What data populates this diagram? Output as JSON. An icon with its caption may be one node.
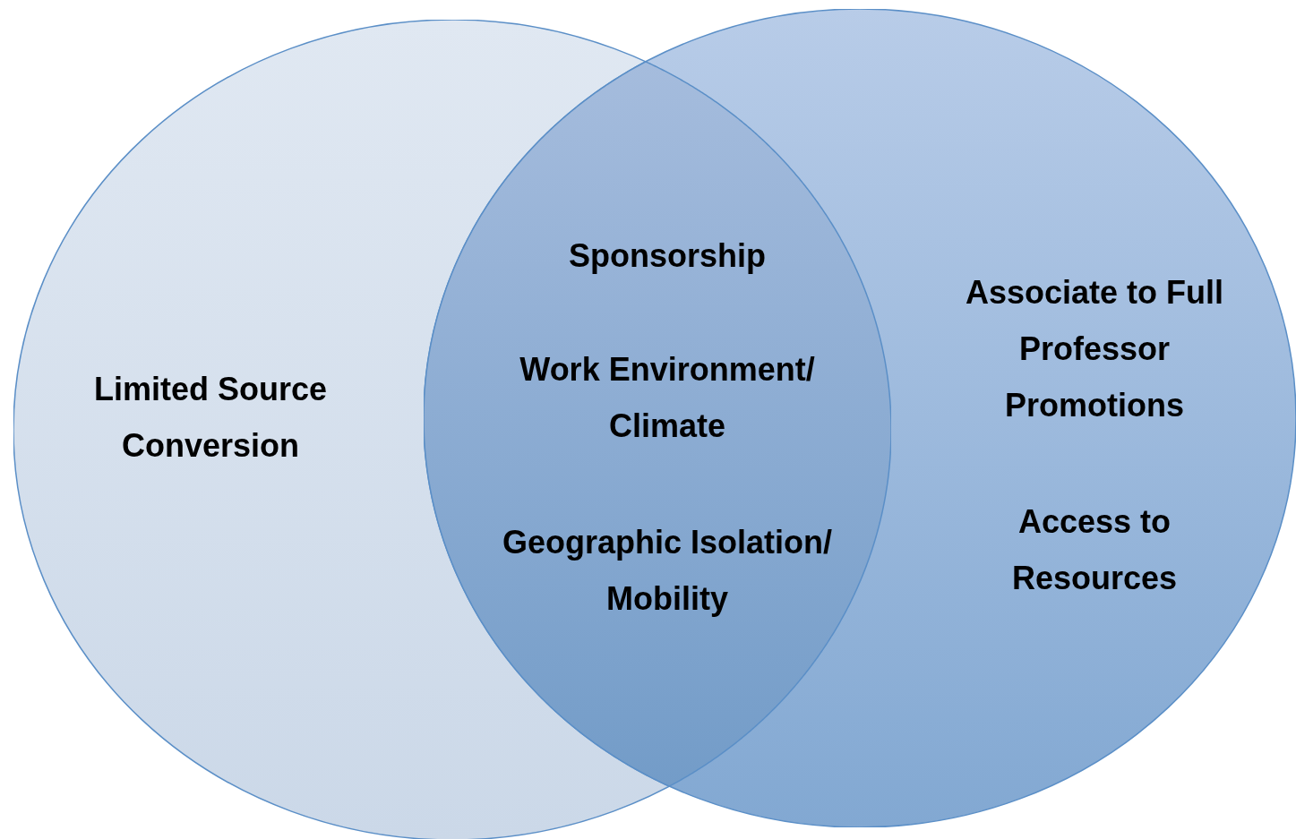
{
  "diagram": {
    "nodes": [
      {
        "text": [
          "Limited Source Conversion"
        ]
      },
      {
        "text": [
          "Associate to Full Professor Promotions",
          "Access to Resources"
        ]
      },
      {
        "text": [
          "Sponsorship",
          "Work Environment/ Climate",
          "Geographic Isolation/ Mobility"
        ]
      }
    ],
    "edges": []
  }
}
